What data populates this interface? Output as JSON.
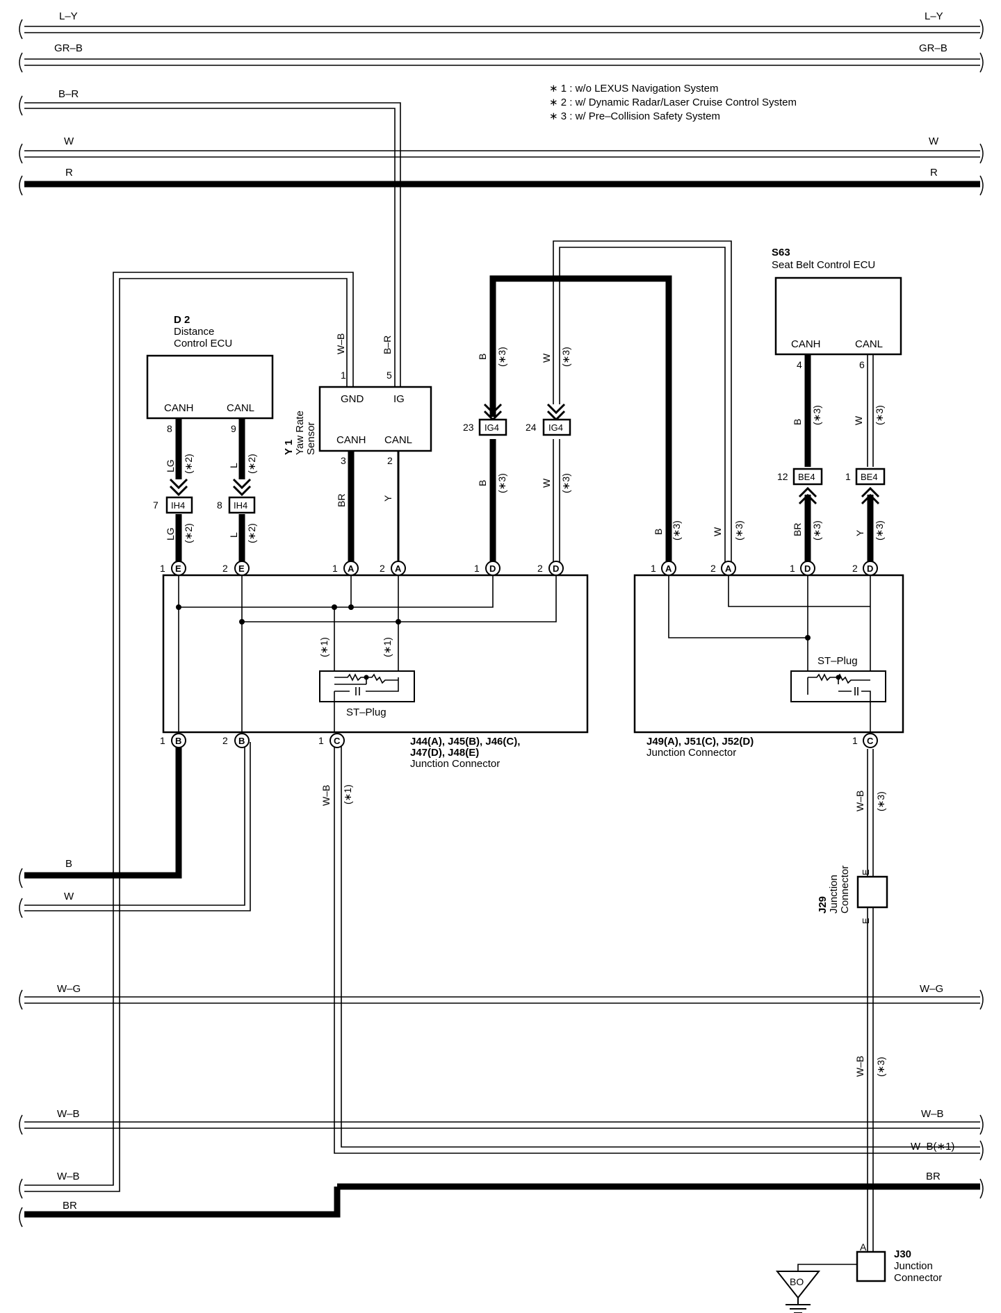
{
  "notes": [
    "∗ 1 : w/o LEXUS Navigation System",
    "∗ 2 : w/ Dynamic Radar/Laser Cruise Control System",
    "∗ 3 : w/ Pre–Collision Safety System"
  ],
  "edge_wires": {
    "ly": "L–Y",
    "grb": "GR–B",
    "br_top": "B–R",
    "w": "W",
    "r": "R",
    "b_left": "B",
    "w_left": "W",
    "wg": "W–G",
    "wb": "W–B",
    "wb1": "W–B(∗1)",
    "wb_left": "W–B",
    "br": "BR"
  },
  "components": {
    "d2": {
      "code": "D 2",
      "name1": "Distance",
      "name2": "Control ECU",
      "pin_canh": "CANH",
      "pin_canl": "CANL",
      "n_canh": "8",
      "n_canl": "9"
    },
    "y1": {
      "code": "Y 1",
      "name1": "Yaw Rate",
      "name2": "Sensor",
      "gnd": "GND",
      "ig": "IG",
      "canh": "CANH",
      "canl": "CANL",
      "n_gnd": "1",
      "n_ig": "5",
      "n_canh": "3",
      "n_canl": "2"
    },
    "s63": {
      "code": "S63",
      "name": "Seat Belt Control ECU",
      "canh": "CANH",
      "canl": "CANL",
      "n_canh": "4",
      "n_canl": "6"
    },
    "jc_left": {
      "line1": "J44(A), J45(B), J46(C),",
      "line2": "J47(D), J48(E)",
      "line3": "Junction Connector",
      "st_plug": "ST–Plug"
    },
    "jc_right": {
      "line1": "J49(A), J51(C), J52(D)",
      "line2": "Junction Connector",
      "st_plug": "ST–Plug"
    },
    "j29": {
      "code": "J29",
      "name1": "Junction",
      "name2": "Connector",
      "pin": "E"
    },
    "j30": {
      "code": "J30",
      "name1": "Junction",
      "name2": "Connector",
      "pin": "A"
    },
    "ground": {
      "code": "BO"
    }
  },
  "connectors": {
    "ih4": "IH4",
    "ig4": "IG4",
    "be4": "BE4",
    "n7": "7",
    "n8": "8",
    "n23": "23",
    "n24": "24",
    "n12": "12",
    "n1": "1"
  },
  "pins": {
    "one": "1",
    "two": "2",
    "A": "A",
    "B": "B",
    "C": "C",
    "D": "D",
    "E": "E"
  },
  "wire_labels": {
    "lg": "LG",
    "l": "L",
    "wb": "W–B",
    "br_ig": "B–R",
    "br": "BR",
    "y": "Y",
    "b": "B",
    "w": "W",
    "n1": "(∗1)",
    "n2": "(∗2)",
    "n3": "(∗3)"
  }
}
